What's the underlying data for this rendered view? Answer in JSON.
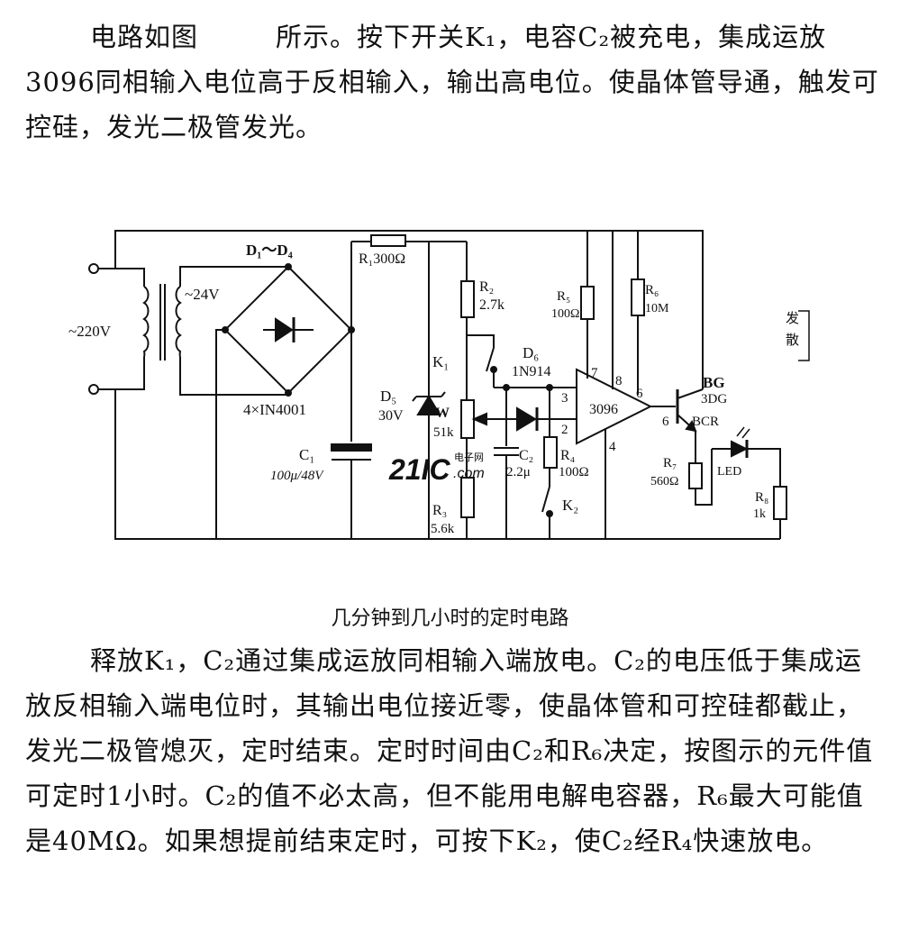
{
  "paragraph1": {
    "part_a": "电路如图",
    "part_b": "所示。按下开关K₁，电容C₂被充电，集成运放3096同相输入电位高于反相输入，输出高电位。使晶体管导通，触发可控硅，发光二极管发光。"
  },
  "caption": "几分钟到几小时的定时电路",
  "paragraph2": "释放K₁，C₂通过集成运放同相输入端放电。C₂的电压低于集成运放反相输入端电位时，其输出电位接近零，使晶体管和可控硅都截止，发光二极管熄灭，定时结束。定时时间由C₂和R₆决定，按图示的元件值可定时1小时。C₂的值不必太高，但不能用电解电容器，R₆最大可能值是40MΩ。如果想提前结束定时，可按下K₂，使C₂经R₄快速放电。",
  "circuit": {
    "ac_input": "~220V",
    "secondary": "~24V",
    "bridge_label": "D₁～D₄",
    "bridge_diodes": "4×IN4001",
    "r1": "R₁300Ω",
    "c1_name": "C₁",
    "c1_value": "100μ/48V",
    "r2_name": "R₂",
    "r2_value": "2.7k",
    "k1": "K₁",
    "d5_name": "D₅",
    "d5_value": "30V",
    "w_name": "W",
    "w_value": "51k",
    "r3_name": "R₃",
    "r3_value": "5.6k",
    "d6_name": "D₆",
    "d6_value": "1N914",
    "c2_name": "C₂",
    "c2_value": "2.2μ",
    "r4_name": "R₄",
    "r4_value": "100Ω",
    "k2": "K₂",
    "r5_name": "R₅",
    "r5_value": "100Ω",
    "r6_name": "R₆",
    "r6_value": "10M",
    "opamp": "3096",
    "pin2": "2",
    "pin3": "3",
    "pin4": "4",
    "pin6_in": "6",
    "pin6_out": "6",
    "pin7": "7",
    "pin8": "8",
    "bg_name": "BG",
    "bg_value": "3DG",
    "bcr": "BCR",
    "r7_name": "R₇",
    "r7_value": "560Ω",
    "led": "LED",
    "r8_name": "R₈",
    "r8_value": "1k",
    "right_note_1": "发",
    "right_note_2": "散"
  },
  "watermark": {
    "main": "21IC",
    "sub": "电子网",
    "domain": ".com"
  },
  "colors": {
    "ink": "#111111",
    "watermark": "#d43b3b"
  }
}
